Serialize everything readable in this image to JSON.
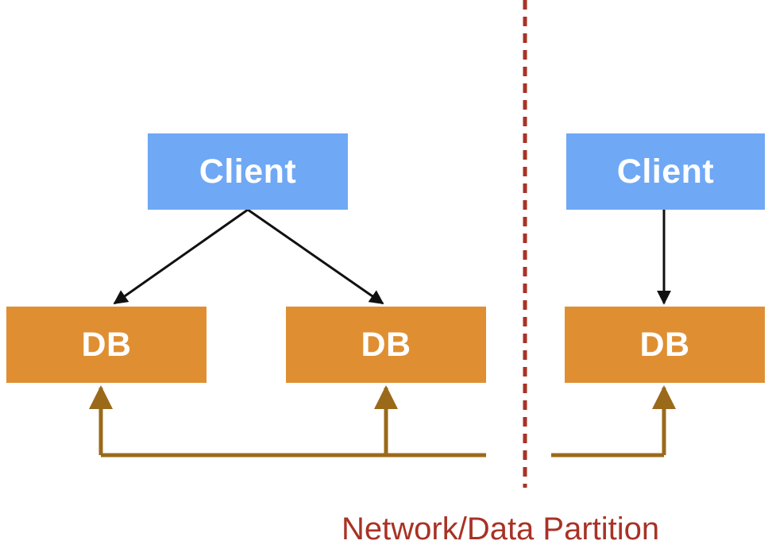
{
  "nodes": {
    "client_left": {
      "label": "Client"
    },
    "client_right": {
      "label": "Client"
    },
    "db_left": {
      "label": "DB"
    },
    "db_middle": {
      "label": "DB"
    },
    "db_right": {
      "label": "DB"
    }
  },
  "partition": {
    "label": "Network/Data Partition",
    "color": "#a83225"
  },
  "colors": {
    "client_fill": "#6fa8f5",
    "db_fill": "#df8f32",
    "client_arrow": "#111111",
    "replication_arrow": "#9a6a1a",
    "label_text": "#ffffff"
  }
}
